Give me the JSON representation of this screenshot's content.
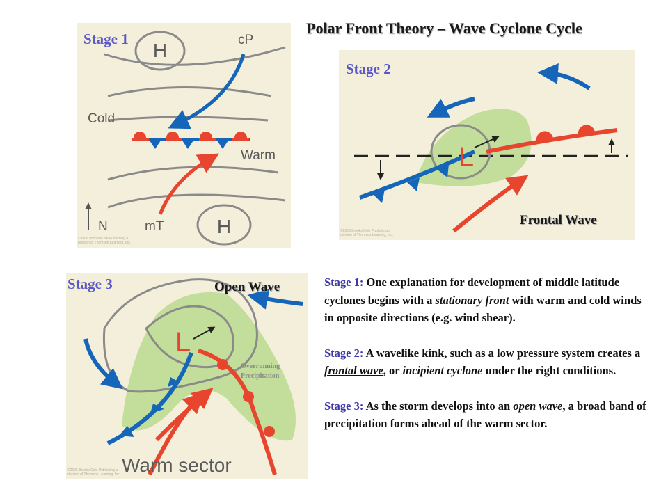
{
  "title": "Polar Front Theory – Wave Cyclone Cycle",
  "stage1": {
    "label": "Stage 1",
    "text_H_top": "H",
    "text_H_bottom": "H",
    "text_cP": "cP",
    "text_cold": "Cold",
    "text_warm": "Warm",
    "text_N": "N",
    "text_mT": "mT",
    "copyright": [
      "©2006 Brooks/Cole Publishing a",
      "division of Thomson Learning, Inc."
    ]
  },
  "stage2": {
    "label": "Stage 2",
    "text_L": "L",
    "caption": "Frontal Wave",
    "copyright": [
      "©2006 Brooks/Cole Publishing a",
      "division of Thomson Learning, Inc."
    ]
  },
  "stage3": {
    "label": "Stage 3",
    "text_L": "L",
    "caption": "Open Wave",
    "overrunning": [
      "Overrunning",
      "Precipitation"
    ],
    "warm_sector": "Warm sector",
    "copyright": [
      "©2006 Brooks/Cole Publishing a",
      "division of Thomson Learning, Inc."
    ]
  },
  "description": {
    "p1": {
      "lead": "Stage 1:",
      "t1": " One explanation for development of middle latitude cyclones begins with a ",
      "u1": "stationary front",
      "t2": " with warm and cold winds in opposite directions (e.g. wind shear)."
    },
    "p2": {
      "lead": "Stage 2:",
      "t1": " A wavelike kink, such as a low pressure system creates a ",
      "u1": "frontal wave",
      "t2": ", or ",
      "i1": "incipient cyclone",
      "t3": " under the right conditions."
    },
    "p3": {
      "lead": "Stage 3:",
      "t1": " As the storm develops into an ",
      "u1": "open wave",
      "t2": ", a broad band of precipitation forms ahead of the warm sector."
    }
  },
  "colors": {
    "panel_bg": "#f4efdb",
    "stage_label": "#5a58c8",
    "cold_blue": "#1565b8",
    "warm_red": "#e8452f",
    "isobar_gray": "#8a8a8a",
    "precip_green": "#c3dd9a"
  }
}
